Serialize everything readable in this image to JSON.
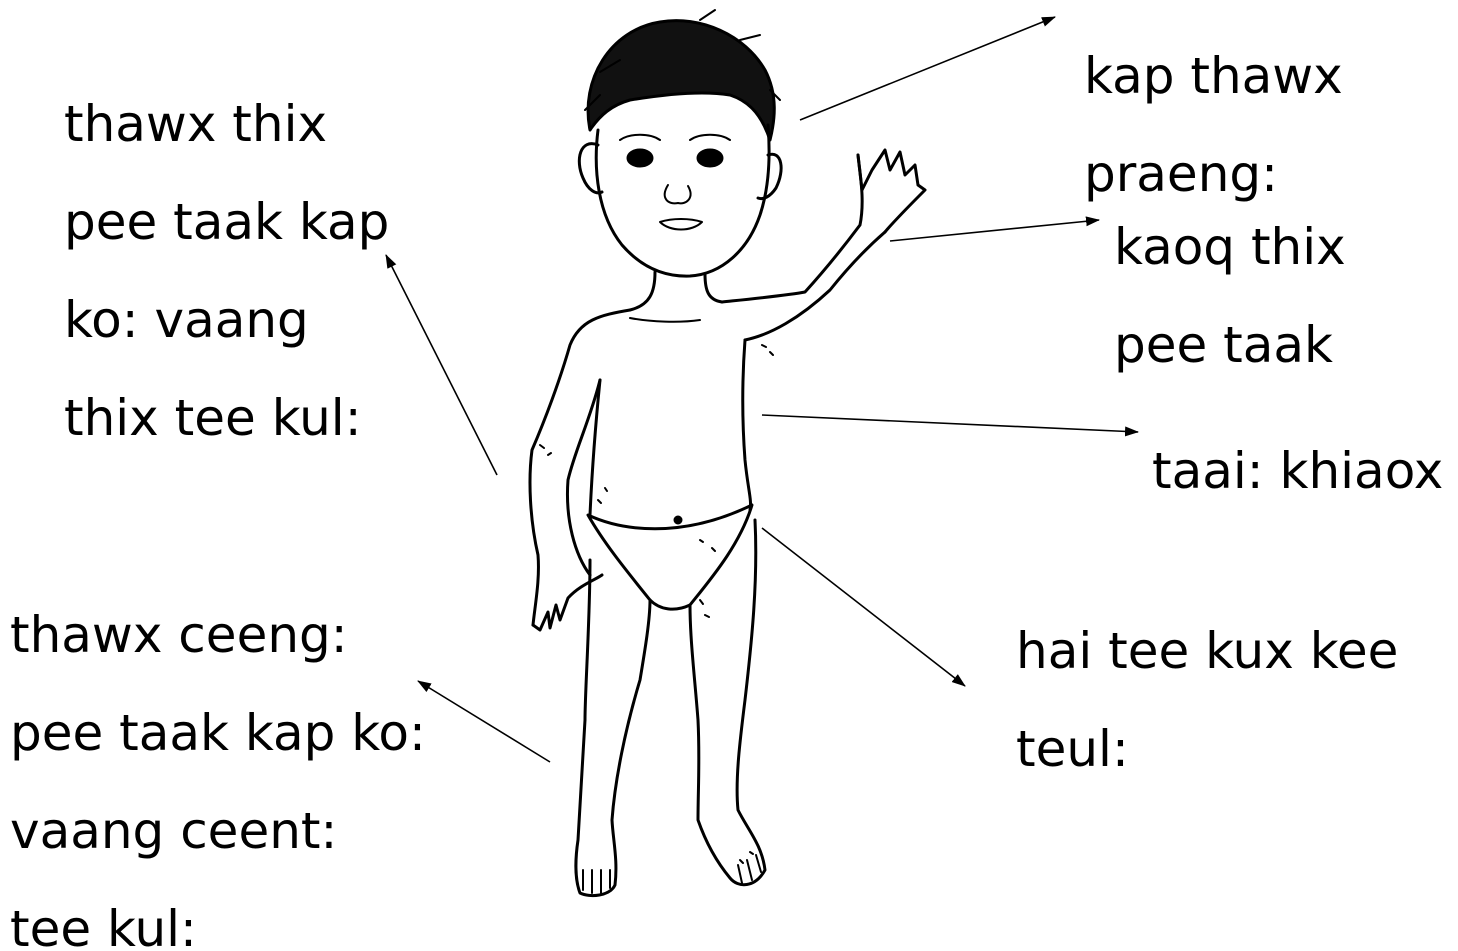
{
  "colors": {
    "ink": "#000000",
    "background": "#ffffff"
  },
  "labels": {
    "head": [
      "thawx thix",
      "pee taak kap",
      "ko: vaang",
      "thix tee kul:"
    ],
    "hair": [
      "kap thawx",
      "praeng:"
    ],
    "hand": [
      "kaoq thix",
      "pee taak"
    ],
    "side": [
      "taai: khiaox"
    ],
    "groin": [
      "hai tee kux kee",
      "teul:"
    ],
    "legs": [
      "thawx ceeng:",
      "pee taak kap ko:",
      "vaang ceent:",
      "tee kul:"
    ]
  }
}
